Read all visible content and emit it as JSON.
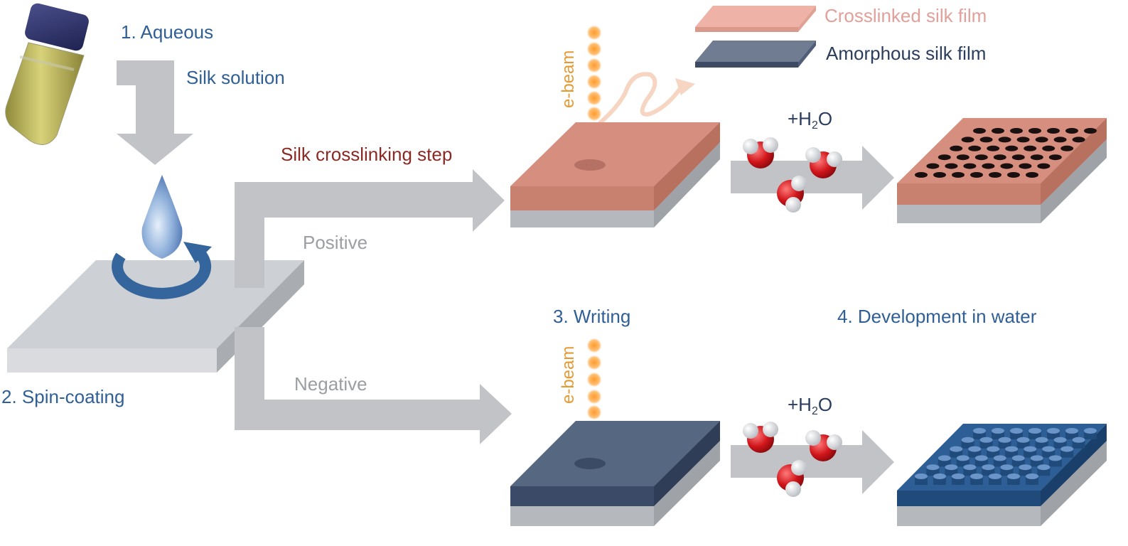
{
  "labels": {
    "step1_line1": "1. Aqueous",
    "step1_line2": "Silk solution",
    "step2": "2. Spin-coating",
    "crosslinking": "Silk crosslinking step",
    "positive": "Positive",
    "negative": "Negative",
    "step3": "3. Writing",
    "step4": "4. Development in water",
    "ebeam_top": "e-beam",
    "ebeam_bottom": "e-beam",
    "water_top_prefix": "+H",
    "water_top_sub": "2",
    "water_top_suffix": "O",
    "water_bottom_prefix": "+H",
    "water_bottom_sub": "2",
    "water_bottom_suffix": "O"
  },
  "legend": [
    {
      "text": "Crosslinked silk film",
      "color": "#e9a99c"
    },
    {
      "text": "Amorphous silk film",
      "color": "#6c7a91"
    }
  ],
  "icons": [
    "test-tube-icon",
    "water-drop-icon",
    "rotation-arrow-icon",
    "water-molecule-icon"
  ],
  "colors": {
    "arrow": "#c1c3c6",
    "substrate": "#cdd0d4",
    "crosslinked_film": "#d98f7f",
    "amorphous_film": "#4c5d7a",
    "pillars": "#2f5f95",
    "spin_arrow": "#34659c",
    "ebeam": "#f0a040"
  }
}
